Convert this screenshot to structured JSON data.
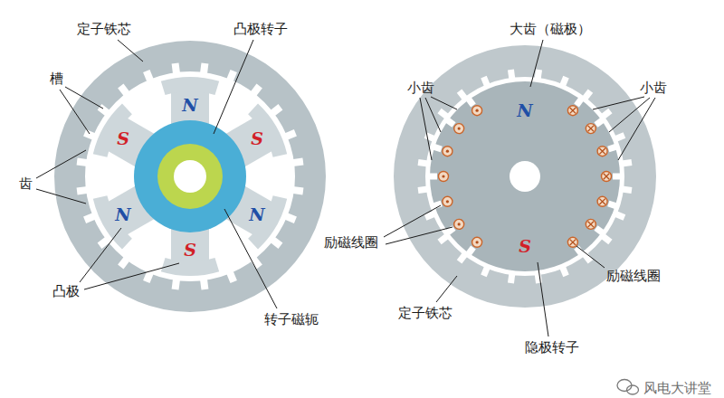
{
  "diagram": {
    "labels": [
      "定子铁芯",
      "凸极转子",
      "大齿（磁极）",
      "小齿",
      "小齿",
      "槽",
      "N",
      "N",
      "S",
      "S",
      "齿",
      "N",
      "N",
      "S",
      "S",
      "励磁线圈",
      "励磁线圈",
      "凸极",
      "定子铁芯",
      "转子磁轭",
      "隐极转子",
      "风电大讲堂"
    ]
  }
}
